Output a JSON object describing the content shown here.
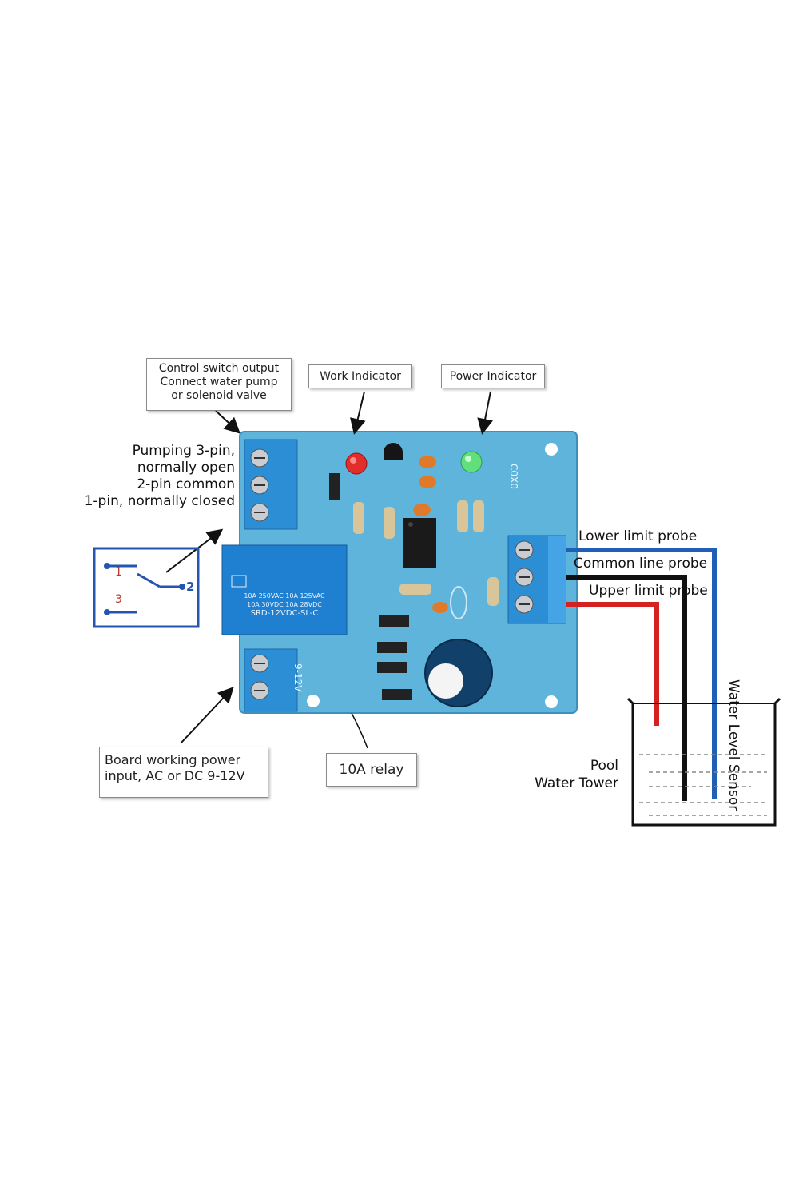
{
  "callouts": {
    "control_switch": [
      "Control switch output",
      "Connect water pump",
      "or solenoid valve"
    ],
    "work_indicator": "Work Indicator",
    "power_indicator": "Power Indicator",
    "board_power": [
      "Board working power",
      "input, AC or DC 9-12V"
    ],
    "relay": "10A relay"
  },
  "pumping_note": [
    "Pumping 3-pin,",
    "normally open",
    "2-pin common",
    "1-pin, normally closed"
  ],
  "switch_diagram": {
    "pin1": "1",
    "pin2": "2",
    "pin3": "3"
  },
  "probes": {
    "lower": "Lower limit probe",
    "common": "Common line probe",
    "upper": "Upper limit probe"
  },
  "tank": {
    "pool": "Pool",
    "tower": "Water Tower",
    "sensor": "Water Level Sensor"
  },
  "board": {
    "relay_text": [
      "10A 250VAC 10A 125VAC",
      "10A 30VDC 10A 28VDC",
      "SRD-12VDC-SL-C"
    ],
    "power_text": "9-12V",
    "model_text": "C0X0"
  },
  "colors": {
    "pcb": "#5fb4dc",
    "terminal": "#2c8fd6",
    "red_wire": "#d42222",
    "blue_wire": "#1f5fb8",
    "black_wire": "#111111",
    "switch_frame": "#2456b0"
  }
}
